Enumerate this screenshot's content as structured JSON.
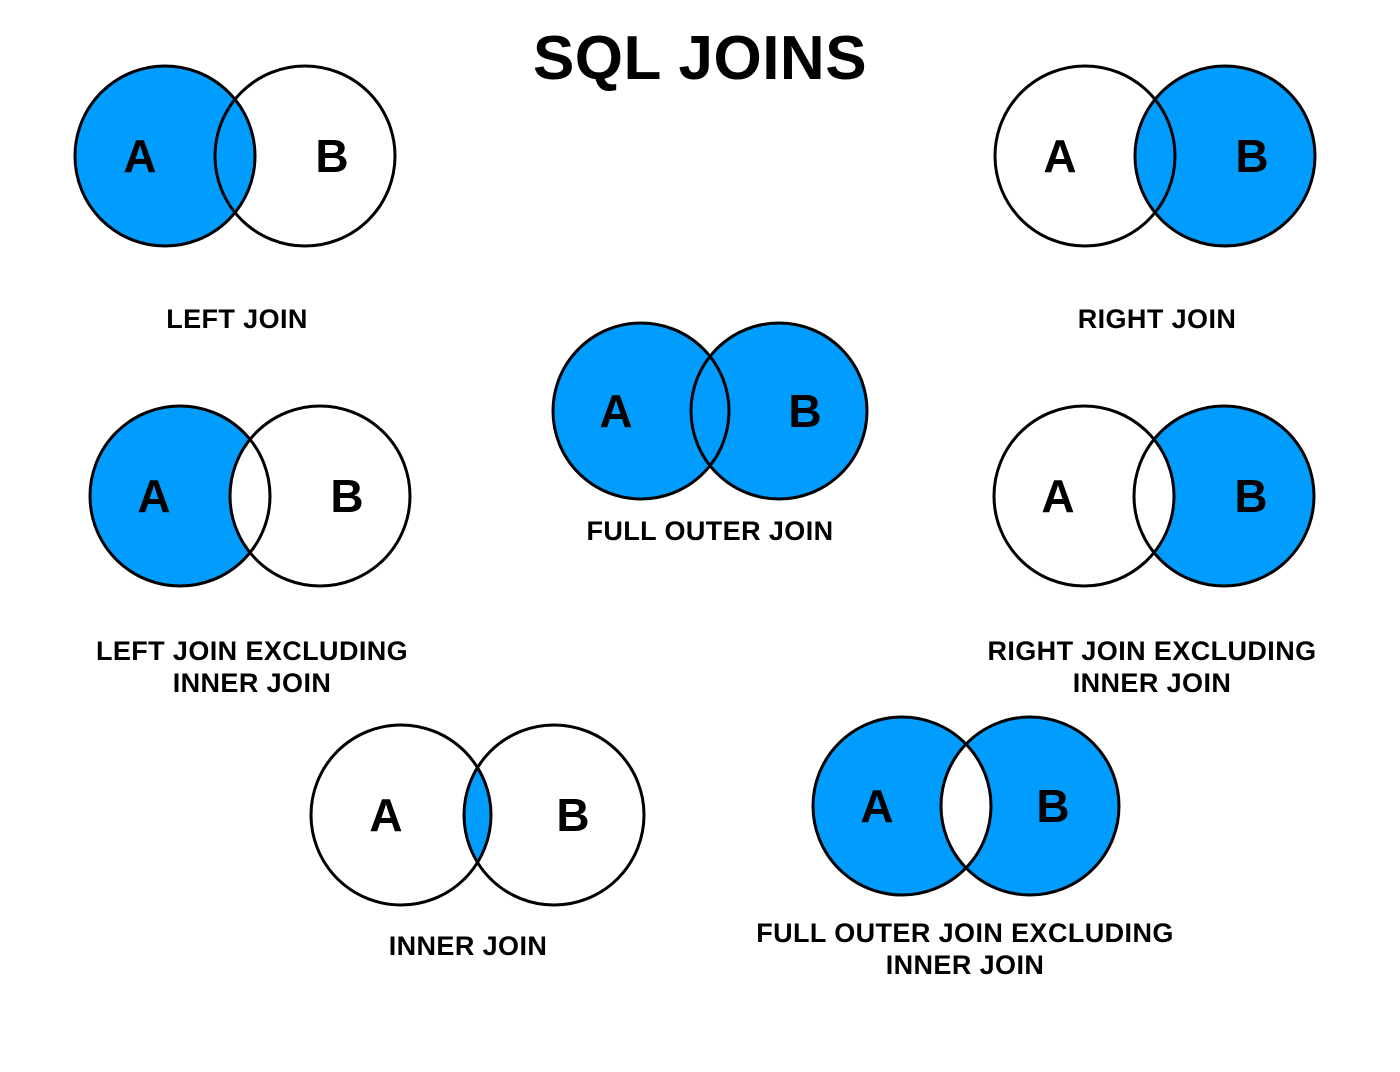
{
  "title": "SQL JOINS",
  "colors": {
    "highlight": "#009DFF",
    "circle_fill_empty": "#FFFFFF",
    "circle_stroke": "#000000",
    "text": "#000000",
    "background": "#FFFFFF"
  },
  "set_labels": {
    "left": "A",
    "right": "B"
  },
  "diagrams": [
    {
      "id": "left-join",
      "caption": "LEFT JOIN",
      "left_label": "A",
      "right_label": "B",
      "shaded_regions": [
        "A-only",
        "intersection"
      ]
    },
    {
      "id": "right-join",
      "caption": "RIGHT JOIN",
      "left_label": "A",
      "right_label": "B",
      "shaded_regions": [
        "B-only",
        "intersection"
      ]
    },
    {
      "id": "left-join-excluding-inner-join",
      "caption": "LEFT JOIN EXCLUDING\nINNER JOIN",
      "left_label": "A",
      "right_label": "B",
      "shaded_regions": [
        "A-only"
      ]
    },
    {
      "id": "full-outer-join",
      "caption": "FULL OUTER JOIN",
      "left_label": "A",
      "right_label": "B",
      "shaded_regions": [
        "A-only",
        "intersection",
        "B-only"
      ]
    },
    {
      "id": "right-join-excluding-inner-join",
      "caption": "RIGHT JOIN EXCLUDING\nINNER JOIN",
      "left_label": "A",
      "right_label": "B",
      "shaded_regions": [
        "B-only"
      ]
    },
    {
      "id": "inner-join",
      "caption": "INNER JOIN",
      "left_label": "A",
      "right_label": "B",
      "shaded_regions": [
        "intersection"
      ]
    },
    {
      "id": "full-outer-join-excluding-inner-join",
      "caption": "FULL OUTER JOIN EXCLUDING\nINNER JOIN",
      "left_label": "A",
      "right_label": "B",
      "shaded_regions": [
        "A-only",
        "B-only"
      ]
    }
  ]
}
